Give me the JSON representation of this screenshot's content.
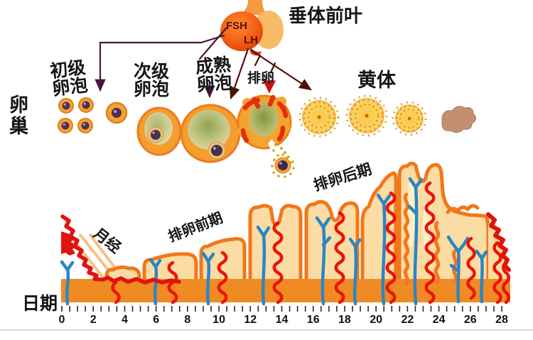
{
  "pituitary": {
    "label": "垂体前叶",
    "fsh": "FSH",
    "lh": "LH"
  },
  "ovary": {
    "row_label": "卵巢",
    "stage_primary_l1": "初级",
    "stage_primary_l2": "卵泡",
    "stage_secondary_l1": "次级",
    "stage_secondary_l2": "卵泡",
    "stage_mature_l1": "成熟",
    "stage_mature_l2": "卵泡",
    "stage_ovulation": "排卵",
    "stage_corpus_luteum": "黄体"
  },
  "endometrium": {
    "phase_menses": "月经",
    "phase_preovulation": "排卵前期",
    "phase_postovulation": "排卵后期"
  },
  "axis": {
    "label": "日期",
    "day_start": 0,
    "day_end": 28,
    "tick_step": 0.5,
    "label_every": 2,
    "tick_labels": [
      "0",
      "2",
      "4",
      "6",
      "8",
      "10",
      "12",
      "14",
      "16",
      "18",
      "20",
      "22",
      "24",
      "26",
      "28"
    ]
  },
  "colors": {
    "tissue_outline_orange": "#f2771b",
    "base_band_orange": "#f08a22",
    "pale_tissue_fill": "#fbdca4",
    "vessel_red": "#ea1408",
    "vessel_blue": "#2b85c6",
    "menses_red": "#e01310",
    "arrow_purple": "#47163a",
    "arrow_brown": "#4d1207",
    "corpus_luteum_yellow": "#fbd056"
  }
}
